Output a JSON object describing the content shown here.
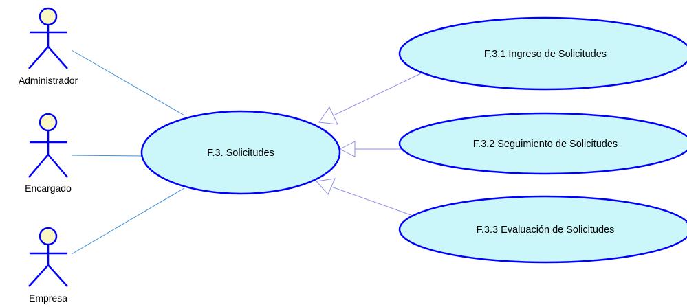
{
  "diagram": {
    "type": "use-case",
    "actors": [
      {
        "id": "admin",
        "name": "Administrador"
      },
      {
        "id": "encargado",
        "name": "Encargado"
      },
      {
        "id": "empresa",
        "name": "Empresa"
      }
    ],
    "use_cases": [
      {
        "id": "main",
        "label": "F.3. Solicitudes"
      },
      {
        "id": "uc1",
        "label": "F.3.1 Ingreso de Solicitudes"
      },
      {
        "id": "uc2",
        "label": "F.3.2 Seguimiento de Solicitudes"
      },
      {
        "id": "uc3",
        "label": "F.3.3 Evaluación de Solicitudes"
      }
    ],
    "associations": [
      {
        "from": "admin",
        "to": "main"
      },
      {
        "from": "encargado",
        "to": "main"
      },
      {
        "from": "empresa",
        "to": "main"
      }
    ],
    "generalizations": [
      {
        "from": "uc1",
        "to": "main"
      },
      {
        "from": "uc2",
        "to": "main"
      },
      {
        "from": "uc3",
        "to": "main"
      }
    ],
    "colors": {
      "use_case_fill": "#ccf7fa",
      "use_case_stroke": "#0000ff",
      "actor_head_fill": "#fbf7c2",
      "actor_stroke": "#0000ff",
      "association_line": "#3f90d8",
      "generalization_line": "#8f8fe6"
    }
  }
}
